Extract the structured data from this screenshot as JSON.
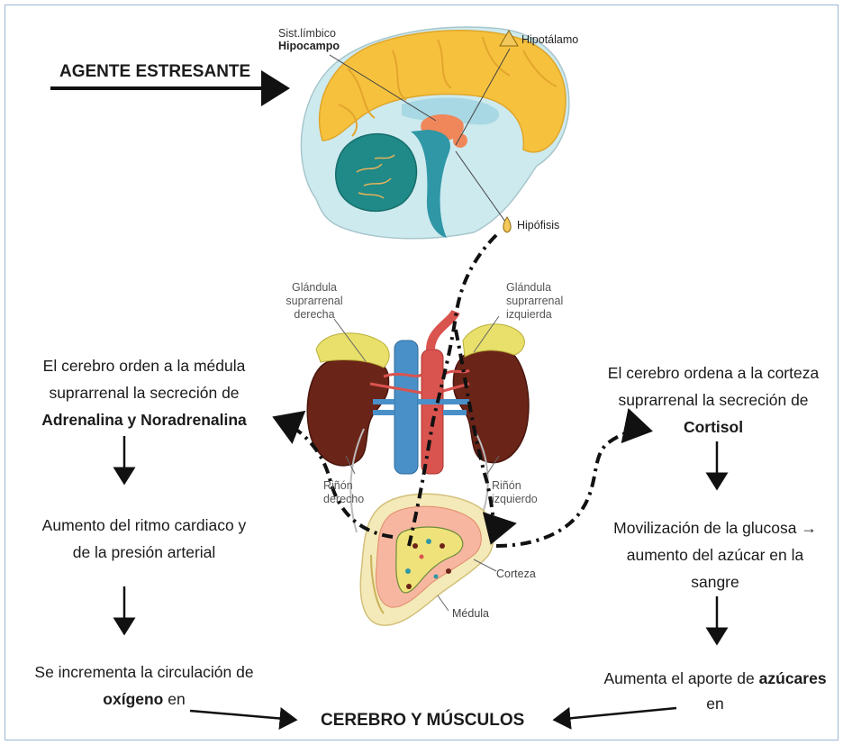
{
  "labels": {
    "agente": "AGENTE ESTRESANTE",
    "limbico": "Sist.límbico",
    "hipocampo": "Hipocampo",
    "hipotalamo": "Hipotálamo",
    "hipofisis": "Hipófisis",
    "gl_der_1": "Glándula",
    "gl_der_2": "suprarrenal",
    "gl_der_3": "derecha",
    "gl_izq_1": "Glándula",
    "gl_izq_2": "suprarrenal",
    "gl_izq_3": "izquierda",
    "rinon_der_1": "Riñón",
    "rinon_der_2": "derecho",
    "rinon_izq_1": "Riñón",
    "rinon_izq_2": "izquierdo",
    "corteza": "Corteza",
    "medula": "Médula"
  },
  "left": {
    "l1": "El cerebro orden a la médula",
    "l2": "suprarrenal la secreción de",
    "l3": "Adrenalina y Noradrenalina",
    "m1": "Aumento del ritmo cardiaco y",
    "m2": "de la presión arterial",
    "b1": "Se incrementa la circulación de",
    "b2_bold": "oxígeno",
    "b2_rest": " en"
  },
  "right": {
    "l1": "El cerebro ordena a la corteza",
    "l2": "suprarrenal la secreción de",
    "l3": "Cortisol",
    "m1": "Movilización de la glucosa →",
    "m2": "aumento del azúcar en la",
    "m3": "sangre",
    "b1_pre": "Aumenta el aporte de ",
    "b1_bold": "azúcares",
    "b2": "en"
  },
  "bottom": "CEREBRO Y MÚSCULOS",
  "colors": {
    "cortex": "#f6c23e",
    "cerebellum": "#1f8a87",
    "brain_bg": "#bfe3e8",
    "kidney": "#6b2418",
    "adrenal": "#e8e06a",
    "artery": "#d9534f",
    "vein": "#4a90c8"
  }
}
